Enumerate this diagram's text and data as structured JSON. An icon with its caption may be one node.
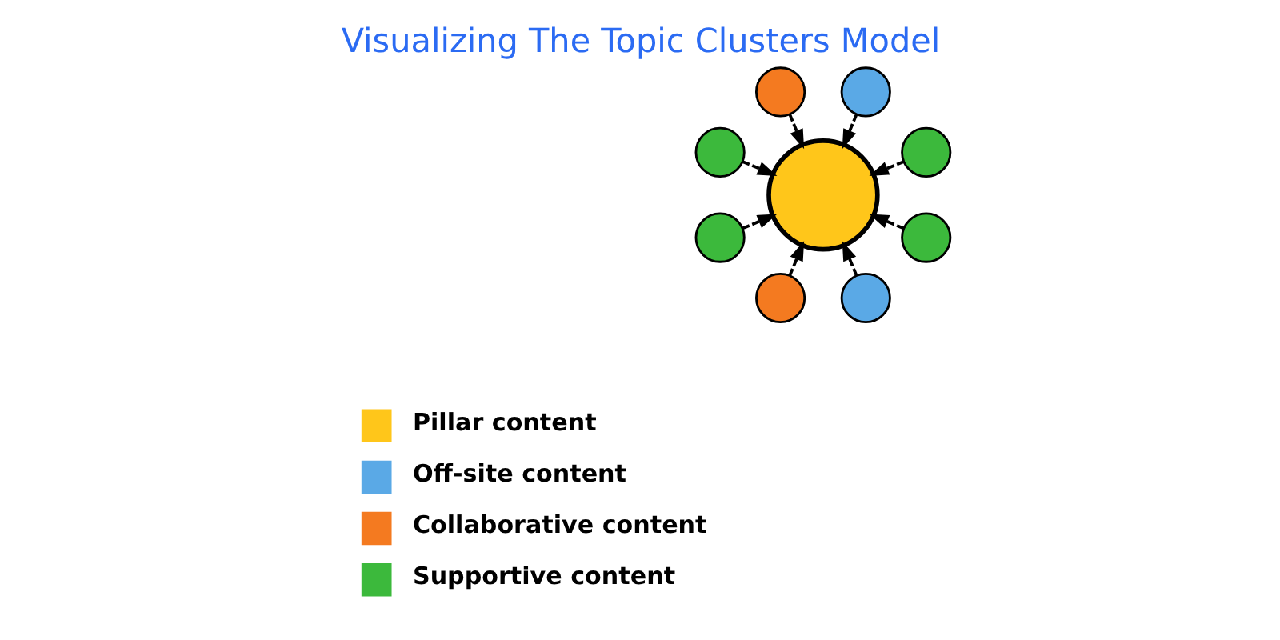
{
  "diagram": {
    "title": "Visualizing The Topic Clusters Model",
    "nodes": [
      {
        "text": [],
        "shape": "circle"
      },
      {
        "text": [],
        "shape": "circle"
      },
      {
        "text": [],
        "shape": "circle"
      },
      {
        "text": [],
        "shape": "circle"
      },
      {
        "text": [],
        "shape": "circle"
      },
      {
        "text": [],
        "shape": "circle"
      },
      {
        "text": [],
        "shape": "circle"
      },
      {
        "text": [],
        "shape": "circle"
      },
      {
        "text": [],
        "shape": "circle"
      }
    ],
    "edges": [
      {
        "from": 0,
        "to": 4,
        "arrow": "to",
        "style": "dashed"
      },
      {
        "from": 1,
        "to": 4,
        "arrow": "to",
        "style": "dashed"
      },
      {
        "from": 2,
        "to": 4,
        "arrow": "to",
        "style": "dashed"
      },
      {
        "from": 3,
        "to": 4,
        "arrow": "to",
        "style": "dashed"
      },
      {
        "from": 5,
        "to": 4,
        "arrow": "to",
        "style": "dashed"
      },
      {
        "from": 6,
        "to": 4,
        "arrow": "to",
        "style": "dashed"
      },
      {
        "from": 7,
        "to": 4,
        "arrow": "to",
        "style": "dashed"
      },
      {
        "from": 8,
        "to": 4,
        "arrow": "to",
        "style": "dashed"
      }
    ],
    "legend": [
      {
        "text": "Pillar content"
      },
      {
        "text": "Off-site content",
        "color": "#5aa9e6"
      },
      {
        "text": "Collaborative content",
        "color": "#f47a20"
      },
      {
        "text": "Supportive content",
        "color": "#3cb93c"
      }
    ]
  }
}
